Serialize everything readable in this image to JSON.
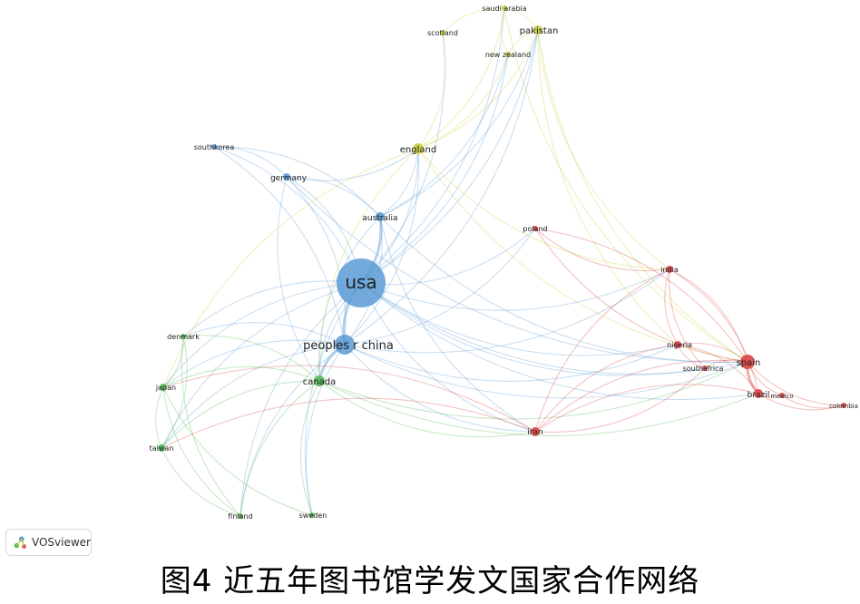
{
  "diagram": {
    "nodes": [
      {
        "id": "usa",
        "label": "usa",
        "cluster": "blue",
        "weight": 5
      },
      {
        "id": "china",
        "label": "peoples r china",
        "cluster": "blue",
        "weight": 3
      },
      {
        "id": "australia",
        "label": "australia",
        "cluster": "blue",
        "weight": 1.4
      },
      {
        "id": "germany",
        "label": "germany",
        "cluster": "blue",
        "weight": 1
      },
      {
        "id": "southkorea",
        "label": "southkorea",
        "cluster": "blue",
        "weight": 0.8
      },
      {
        "id": "england",
        "label": "england",
        "cluster": "yellow",
        "weight": 1.6
      },
      {
        "id": "pakistan",
        "label": "pakistan",
        "cluster": "yellow",
        "weight": 1.3
      },
      {
        "id": "saudi",
        "label": "saudi arabia",
        "cluster": "yellow",
        "weight": 0.8
      },
      {
        "id": "scotland",
        "label": "scotland",
        "cluster": "yellow",
        "weight": 0.7
      },
      {
        "id": "nz",
        "label": "new zealand",
        "cluster": "yellow",
        "weight": 0.7
      },
      {
        "id": "canada",
        "label": "canada",
        "cluster": "green",
        "weight": 1.8
      },
      {
        "id": "japan",
        "label": "japan",
        "cluster": "green",
        "weight": 1
      },
      {
        "id": "taiwan",
        "label": "taiwan",
        "cluster": "green",
        "weight": 1
      },
      {
        "id": "denmark",
        "label": "denmark",
        "cluster": "green",
        "weight": 0.7
      },
      {
        "id": "finland",
        "label": "finland",
        "cluster": "green",
        "weight": 0.7
      },
      {
        "id": "sweden",
        "label": "sweden",
        "cluster": "green",
        "weight": 0.7
      },
      {
        "id": "spain",
        "label": "spain",
        "cluster": "red",
        "weight": 2.2
      },
      {
        "id": "brazil",
        "label": "brazil",
        "cluster": "red",
        "weight": 1.3
      },
      {
        "id": "india",
        "label": "india",
        "cluster": "red",
        "weight": 1
      },
      {
        "id": "nigeria",
        "label": "nigeria",
        "cluster": "red",
        "weight": 1
      },
      {
        "id": "southafrica",
        "label": "southafrica",
        "cluster": "red",
        "weight": 0.8
      },
      {
        "id": "iran",
        "label": "iran",
        "cluster": "red",
        "weight": 1.2
      },
      {
        "id": "mexico",
        "label": "mexico",
        "cluster": "red",
        "weight": 0.7
      },
      {
        "id": "colombia",
        "label": "colombia",
        "cluster": "red",
        "weight": 0.7
      },
      {
        "id": "poland",
        "label": "poland",
        "cluster": "red",
        "weight": 0.8
      }
    ],
    "edges": [
      [
        "usa",
        "china"
      ],
      [
        "usa",
        "australia"
      ],
      [
        "usa",
        "germany"
      ],
      [
        "usa",
        "southkorea"
      ],
      [
        "usa",
        "england"
      ],
      [
        "usa",
        "pakistan"
      ],
      [
        "usa",
        "saudi"
      ],
      [
        "usa",
        "scotland"
      ],
      [
        "usa",
        "nz"
      ],
      [
        "usa",
        "canada"
      ],
      [
        "usa",
        "japan"
      ],
      [
        "usa",
        "taiwan"
      ],
      [
        "usa",
        "denmark"
      ],
      [
        "usa",
        "finland"
      ],
      [
        "usa",
        "sweden"
      ],
      [
        "usa",
        "spain"
      ],
      [
        "usa",
        "brazil"
      ],
      [
        "usa",
        "india"
      ],
      [
        "usa",
        "nigeria"
      ],
      [
        "usa",
        "southafrica"
      ],
      [
        "usa",
        "iran"
      ],
      [
        "usa",
        "poland"
      ],
      [
        "china",
        "australia"
      ],
      [
        "china",
        "germany"
      ],
      [
        "china",
        "england"
      ],
      [
        "china",
        "canada"
      ],
      [
        "china",
        "japan"
      ],
      [
        "china",
        "taiwan"
      ],
      [
        "china",
        "spain"
      ],
      [
        "china",
        "iran"
      ],
      [
        "china",
        "pakistan"
      ],
      [
        "china",
        "india"
      ],
      [
        "china",
        "denmark"
      ],
      [
        "china",
        "finland"
      ],
      [
        "china",
        "sweden"
      ],
      [
        "china",
        "southkorea"
      ],
      [
        "china",
        "poland"
      ],
      [
        "china",
        "nigeria"
      ],
      [
        "australia",
        "england"
      ],
      [
        "australia",
        "germany"
      ],
      [
        "australia",
        "canada"
      ],
      [
        "australia",
        "spain"
      ],
      [
        "australia",
        "southkorea"
      ],
      [
        "australia",
        "nz"
      ],
      [
        "australia",
        "pakistan"
      ],
      [
        "australia",
        "iran"
      ],
      [
        "germany",
        "southkorea"
      ],
      [
        "germany",
        "england"
      ],
      [
        "germany",
        "canada"
      ],
      [
        "germany",
        "spain"
      ],
      [
        "england",
        "pakistan"
      ],
      [
        "england",
        "saudi"
      ],
      [
        "england",
        "scotland"
      ],
      [
        "england",
        "nz"
      ],
      [
        "england",
        "spain"
      ],
      [
        "england",
        "canada"
      ],
      [
        "england",
        "japan"
      ],
      [
        "england",
        "india"
      ],
      [
        "pakistan",
        "saudi"
      ],
      [
        "pakistan",
        "india"
      ],
      [
        "pakistan",
        "nigeria"
      ],
      [
        "pakistan",
        "spain"
      ],
      [
        "pakistan",
        "nz"
      ],
      [
        "saudi",
        "scotland"
      ],
      [
        "saudi",
        "nz"
      ],
      [
        "saudi",
        "spain"
      ],
      [
        "canada",
        "japan"
      ],
      [
        "canada",
        "taiwan"
      ],
      [
        "canada",
        "denmark"
      ],
      [
        "canada",
        "finland"
      ],
      [
        "canada",
        "sweden"
      ],
      [
        "canada",
        "spain"
      ],
      [
        "canada",
        "iran"
      ],
      [
        "canada",
        "brazil"
      ],
      [
        "japan",
        "taiwan"
      ],
      [
        "japan",
        "denmark"
      ],
      [
        "taiwan",
        "finland"
      ],
      [
        "denmark",
        "finland"
      ],
      [
        "japan",
        "finland"
      ],
      [
        "taiwan",
        "denmark"
      ],
      [
        "japan",
        "sweden"
      ],
      [
        "spain",
        "brazil"
      ],
      [
        "spain",
        "india"
      ],
      [
        "spain",
        "nigeria"
      ],
      [
        "spain",
        "southafrica"
      ],
      [
        "spain",
        "iran"
      ],
      [
        "spain",
        "mexico"
      ],
      [
        "spain",
        "colombia"
      ],
      [
        "spain",
        "poland"
      ],
      [
        "brazil",
        "mexico"
      ],
      [
        "brazil",
        "colombia"
      ],
      [
        "brazil",
        "india"
      ],
      [
        "brazil",
        "nigeria"
      ],
      [
        "brazil",
        "iran"
      ],
      [
        "india",
        "nigeria"
      ],
      [
        "india",
        "southafrica"
      ],
      [
        "india",
        "iran"
      ],
      [
        "nigeria",
        "southafrica"
      ],
      [
        "nigeria",
        "iran"
      ],
      [
        "iran",
        "southafrica"
      ],
      [
        "mexico",
        "colombia"
      ],
      [
        "poland",
        "spain"
      ],
      [
        "poland",
        "india"
      ],
      [
        "iran",
        "taiwan"
      ],
      [
        "iran",
        "japan"
      ]
    ]
  },
  "colors": {
    "blue": "#5b9bd5",
    "yellow": "#c9cf3a",
    "green": "#55bb55",
    "red": "#dd4444"
  },
  "badge": {
    "icon": "vosviewer-logo-icon",
    "label": "VOSviewer"
  },
  "caption": "图4  近五年图书馆学发文国家合作网络"
}
